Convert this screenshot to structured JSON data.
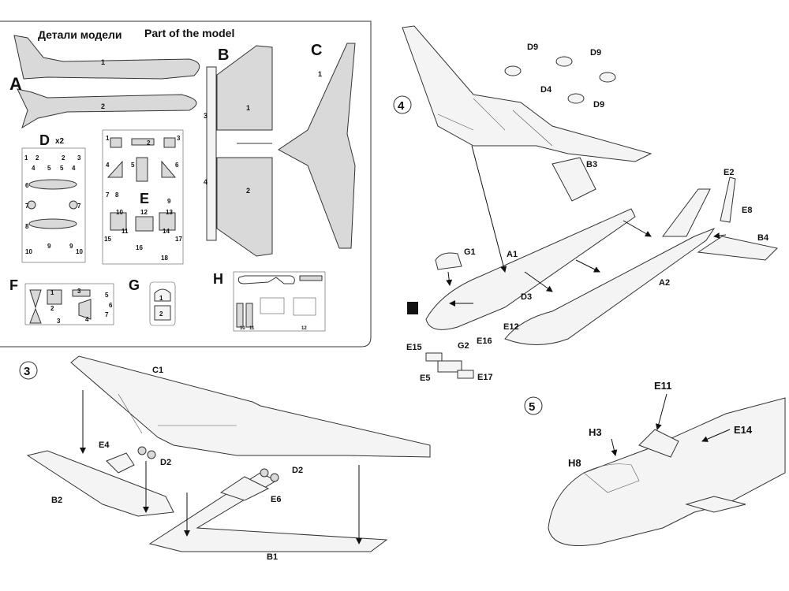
{
  "header": {
    "title_ru": "Детали модели",
    "title_en": "Part of the model"
  },
  "parts": {
    "A": "A",
    "B": "B",
    "C": "C",
    "D": "D",
    "D_qty": "x2",
    "E": "E",
    "F": "F",
    "G": "G",
    "H": "H"
  },
  "part_numbers": {
    "a1": "1",
    "a2": "2",
    "b1": "1",
    "b2": "2",
    "b3": "3",
    "b4": "4",
    "c1": "1",
    "d": [
      "1",
      "2",
      "2",
      "3",
      "4",
      "5",
      "5",
      "4",
      "6",
      "7",
      "7",
      "8",
      "9",
      "10",
      "9",
      "10"
    ],
    "e": [
      "1",
      "2",
      "3",
      "4",
      "5",
      "6",
      "7",
      "8",
      "9",
      "10",
      "11",
      "12",
      "13",
      "14",
      "15",
      "16",
      "17",
      "18"
    ],
    "f": [
      "1",
      "2",
      "3",
      "4",
      "5",
      "6",
      "7",
      "3"
    ],
    "g": [
      "1",
      "2"
    ],
    "h": [
      "10",
      "11",
      "12"
    ]
  },
  "steps": {
    "s3": "3",
    "s4": "4",
    "s5": "5"
  },
  "callouts": {
    "step4": [
      "D9",
      "D9",
      "D4",
      "D9",
      "B3",
      "E2",
      "E8",
      "B4",
      "G1",
      "A1",
      "A2",
      "D3",
      "E12",
      "E16",
      "G2",
      "E15",
      "E5",
      "E17"
    ],
    "step3": [
      "C1",
      "E4",
      "D2",
      "B2",
      "D2",
      "E6",
      "B1"
    ],
    "step5": [
      "E11",
      "H3",
      "E14",
      "H8"
    ]
  },
  "colors": {
    "part_fill": "#d9d9d9",
    "line": "#333333"
  }
}
